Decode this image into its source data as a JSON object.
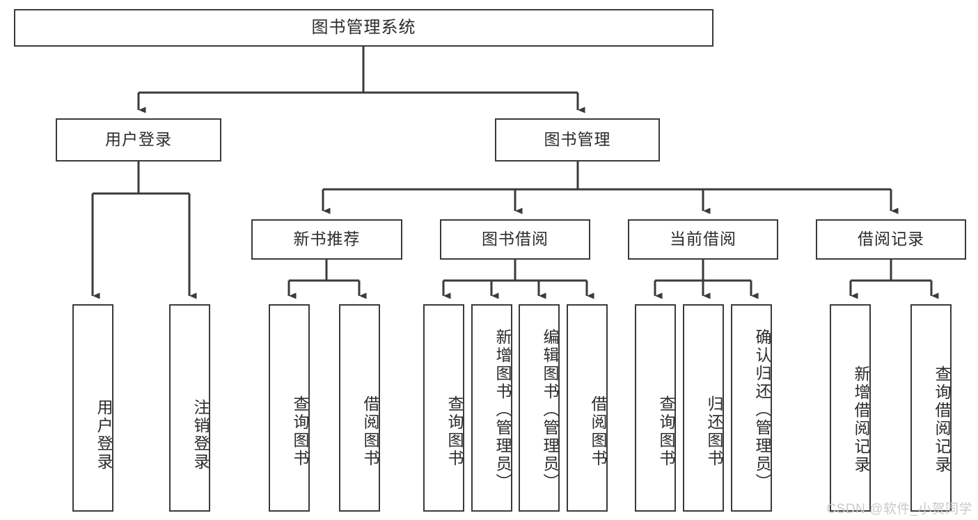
{
  "diagram": {
    "title": "图书管理系统",
    "type": "tree-hierarchy-diagram",
    "stroke_color": "#3a3a3a",
    "text_color": "#2b2b2b",
    "background_color": "#ffffff"
  },
  "nodes": {
    "root": {
      "label": "图书管理系统"
    },
    "level2": [
      {
        "label": "用户登录"
      },
      {
        "label": "图书管理"
      }
    ],
    "level3": [
      {
        "label": "新书推荐"
      },
      {
        "label": "图书借阅"
      },
      {
        "label": "当前借阅"
      },
      {
        "label": "借阅记录"
      }
    ],
    "leaves": {
      "user_login": [
        {
          "label": "用户登录"
        },
        {
          "label": "注销登录"
        }
      ],
      "new_book_recommend": [
        {
          "label": "查询图书"
        },
        {
          "label": "借阅图书"
        }
      ],
      "book_borrow": [
        {
          "label": "查询图书"
        },
        {
          "label": "新增图书（管理员）"
        },
        {
          "label": "编辑图书（管理员）"
        },
        {
          "label": "借阅图书"
        }
      ],
      "current_borrow": [
        {
          "label": "查询图书"
        },
        {
          "label": "归还图书"
        },
        {
          "label": "确认归还（管理员）"
        }
      ],
      "borrow_record": [
        {
          "label": "新增借阅记录"
        },
        {
          "label": "查询借阅记录"
        }
      ]
    }
  },
  "watermark": {
    "text": "CSDN @软件_小贺同学"
  }
}
